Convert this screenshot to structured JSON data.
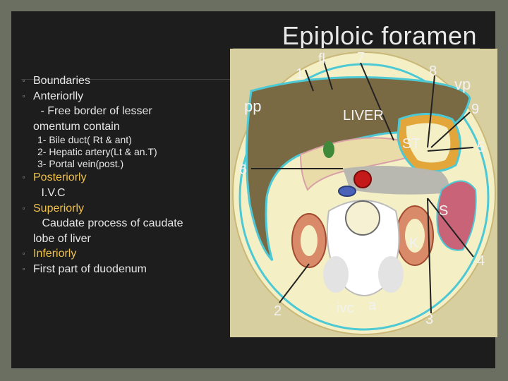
{
  "title": "Epiploic foramen",
  "lines": [
    {
      "text": "Boundaries",
      "bullet": true,
      "style": "normal"
    },
    {
      "text": "Anteriorlly",
      "bullet": true,
      "style": "normal"
    },
    {
      "text": " - Free border of lesser",
      "bullet": false,
      "style": "normal"
    },
    {
      "text": "omentum contain",
      "bullet": false,
      "style": "normal"
    },
    {
      "text": "1-  Bile duct( Rt & ant)",
      "bullet": false,
      "style": "small"
    },
    {
      "text": "2-  Hepatic artery(Lt & an.T)",
      "bullet": false,
      "style": "small"
    },
    {
      "text": "3- Portal vein(post.)",
      "bullet": false,
      "style": "small"
    },
    {
      "text": "Posteriorly",
      "bullet": true,
      "style": "yellow"
    },
    {
      "text": " I.V.C",
      "bullet": false,
      "style": "normal"
    },
    {
      "text": "Superiorly",
      "bullet": true,
      "style": "yellow"
    },
    {
      "text": " Caudate process of caudate",
      "bullet": false,
      "style": "normal"
    },
    {
      "text": "lobe of liver",
      "bullet": false,
      "style": "normal"
    },
    {
      "text": "Inferiorly",
      "bullet": true,
      "style": "yellow"
    },
    {
      "text": "First part of duodenum",
      "bullet": true,
      "style": "normal"
    }
  ],
  "figure": {
    "labels": {
      "fl": "fl",
      "n7": "7",
      "n1": "1",
      "n8": "8",
      "vp": "vp",
      "pp": "pp",
      "liver": "LIVER",
      "n9": "9",
      "st": "ST",
      "n5": "5",
      "n6": "6",
      "s": "S",
      "k": "K",
      "n4": "4",
      "n2": "2",
      "ivc": "ivc",
      "a": "a",
      "n3": "3"
    },
    "colors": {
      "background": "#1d1d1d",
      "frame": "#d8cfa0",
      "body_wall": "#f4efc4",
      "liver": "#7a6a44",
      "stomach": "#e2a63a",
      "spleen": "#c96478",
      "kidney": "#d98a68",
      "aorta": "#c41a1a",
      "ivc_vessel": "#4a63b8",
      "peritoneum": "#4dc9d6"
    }
  }
}
